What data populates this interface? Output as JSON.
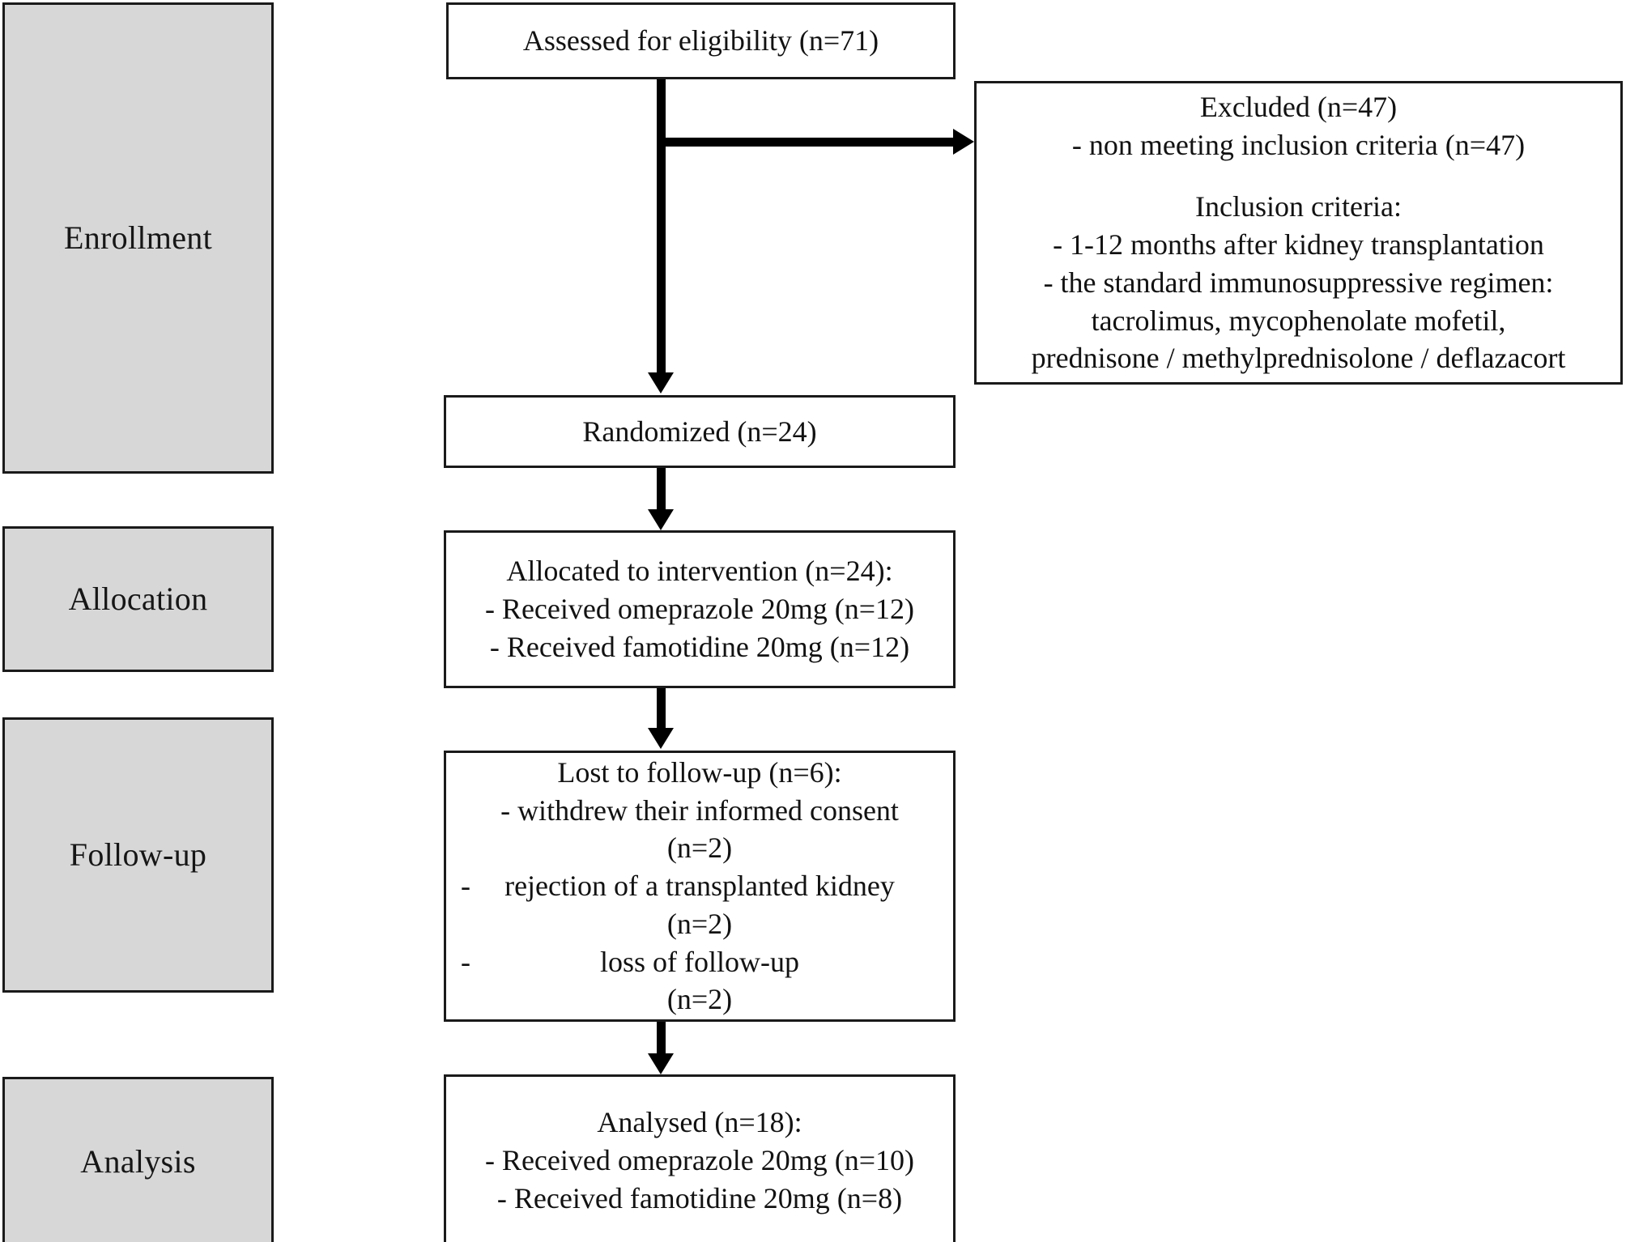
{
  "diagram": {
    "type": "CONSORT participant flow diagram",
    "colors": {
      "stage_box_fill": "#d7d7d7",
      "box_border": "#1a1a1a",
      "flow_box_fill": "#ffffff",
      "connector": "#000000",
      "text": "#121212"
    },
    "stages": [
      {
        "id": "enrollment",
        "label": "Enrollment"
      },
      {
        "id": "allocation",
        "label": "Allocation"
      },
      {
        "id": "followup",
        "label": "Follow-up"
      },
      {
        "id": "analysis",
        "label": "Analysis"
      }
    ],
    "nodes": {
      "assessed": {
        "lines": [
          "Assessed for eligibility (n=71)"
        ]
      },
      "excluded": {
        "lines": [
          "Excluded (n=47)",
          "- non meeting inclusion criteria (n=47)",
          "",
          "Inclusion criteria:",
          "- 1-12 months after kidney transplantation",
          "- the standard immunosuppressive regimen:",
          "tacrolimus, mycophenolate mofetil,",
          "prednisone / methylprednisolone / deflazacort"
        ]
      },
      "randomized": {
        "lines": [
          "Randomized (n=24)"
        ]
      },
      "allocated": {
        "lines": [
          "Allocated to intervention (n=24):",
          "- Received omeprazole 20mg (n=12)",
          "- Received famotidine 20mg (n=12)"
        ]
      },
      "lost": {
        "title": "Lost to follow-up (n=6):",
        "items": [
          {
            "dash": "-",
            "hanging": false,
            "text": "withdrew their informed consent",
            "count": "(n=2)"
          },
          {
            "dash": "-",
            "hanging": true,
            "text": "rejection of a transplanted kidney",
            "count": "(n=2)"
          },
          {
            "dash": "-",
            "hanging": true,
            "text": "loss of follow-up",
            "count": "(n=2)"
          }
        ]
      },
      "analysed": {
        "lines": [
          "Analysed (n=18):",
          "- Received omeprazole 20mg (n=10)",
          "- Received famotidine 20mg (n=8)"
        ]
      }
    },
    "flow": {
      "assessed_to_randomized": "vertical arrow",
      "assessed_to_excluded": "horizontal branch arrow",
      "randomized_to_allocated": "vertical arrow",
      "allocated_to_lost": "vertical arrow",
      "lost_to_analysed": "vertical arrow"
    }
  }
}
